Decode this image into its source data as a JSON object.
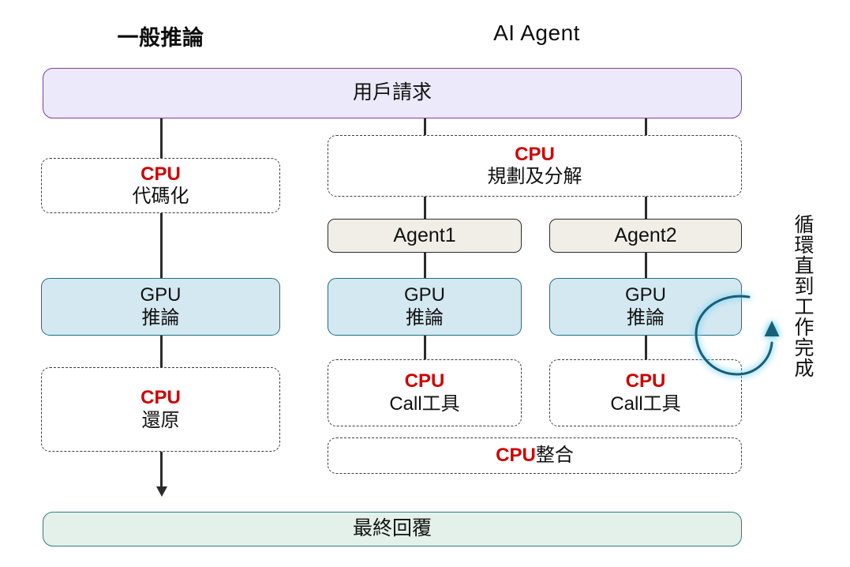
{
  "diagram": {
    "title_left": "一般推論",
    "title_right": "AI Agent",
    "colors": {
      "cpu_accent": "#d00000",
      "gpu_fill": "#d4e8f1",
      "gpu_border": "#1d6e87",
      "request_fill": "#ece9fa",
      "request_border": "#7b3fa6",
      "final_fill": "#e3f1ea",
      "final_border": "#2e7d82",
      "agent_fill": "#f1eee7",
      "agent_border": "#2c2c2c",
      "loop_arrow": "#1d6e87",
      "loop_glow": "#7fd4f0"
    }
  },
  "banner": {
    "request": "用戶請求",
    "final": "最終回覆"
  },
  "left_flow": {
    "encode": {
      "line1": "CPU",
      "line2": "代碼化"
    },
    "inference": {
      "line1": "GPU",
      "line2": "推論"
    },
    "decode": {
      "line1": "CPU",
      "line2": "還原"
    }
  },
  "agent_flow": {
    "plan": {
      "line1": "CPU",
      "line2": "規劃及分解"
    },
    "agents": [
      {
        "name": "Agent1",
        "inference": {
          "line1": "GPU",
          "line2": "推論"
        },
        "tool_call": {
          "line1": "CPU",
          "line2": "Call工具"
        }
      },
      {
        "name": "Agent2",
        "inference": {
          "line1": "GPU",
          "line2": "推論"
        },
        "tool_call": {
          "line1": "CPU",
          "line2": "Call工具"
        }
      }
    ],
    "merge": {
      "accent": "CPU",
      "rest": "整合"
    }
  },
  "loop": {
    "chars": [
      "循",
      "環",
      "直",
      "到",
      "工",
      "作",
      "完",
      "成"
    ],
    "label": "循環直到工作完成"
  }
}
